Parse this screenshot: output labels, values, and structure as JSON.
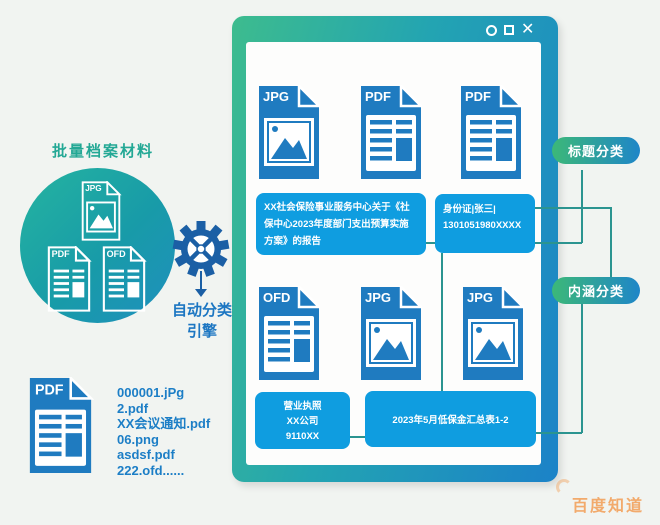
{
  "page": {
    "watermark": "百度知道",
    "background": "#f1f4f1"
  },
  "left": {
    "batch_label": "批量档案材料",
    "circle_files": [
      {
        "label": "JPG",
        "kind": "image"
      },
      {
        "label": "PDF",
        "kind": "text"
      },
      {
        "label": "OFD",
        "kind": "text"
      }
    ],
    "engine_label": {
      "line1": "自动分类",
      "line2": "引擎"
    },
    "sample_doc_label": "PDF",
    "file_list": [
      "000001.jPg",
      "2.pdf",
      "XX会议通知.pdf",
      "06.png",
      "asdsf.pdf",
      "222.ofd......"
    ]
  },
  "window": {
    "controls": [
      "minimize-circle",
      "maximize-square",
      "close-x"
    ],
    "row1": [
      {
        "label": "JPG",
        "kind": "image"
      },
      {
        "label": "PDF",
        "kind": "text"
      },
      {
        "label": "PDF",
        "kind": "text"
      }
    ],
    "row2": [
      {
        "label": "OFD",
        "kind": "text"
      },
      {
        "label": "JPG",
        "kind": "image"
      },
      {
        "label": "JPG",
        "kind": "image"
      }
    ],
    "box_report_lines": [
      "XX社会保险事业服务中心关于《社",
      "保中心2023年度部门支出预算实施",
      "方案》的报告"
    ],
    "box_id_lines": [
      "身份证|张三|",
      "1301051980XXXX"
    ],
    "box_license_lines": [
      "营业执照",
      "XX公司",
      "9110XX"
    ],
    "box_summary": "2023年5月低保金汇总表1-2"
  },
  "classification": {
    "title": "标题分类",
    "content": "内涵分类"
  },
  "colors": {
    "frame_green": "#3dbc8e",
    "frame_blue": "#1b82c8",
    "circle_teal": "#25b4a0",
    "box_blue": "#0f9de0",
    "icon_blue": "#1f7bc0",
    "gear_navy": "#1b5fa5",
    "pill_green": "#3cb878",
    "pill_blue": "#1f86c8",
    "connector": "#2b9490",
    "teal_text": "#23a895",
    "blue_text": "#1c76c2",
    "watermark_orange": "#f2a25d"
  }
}
